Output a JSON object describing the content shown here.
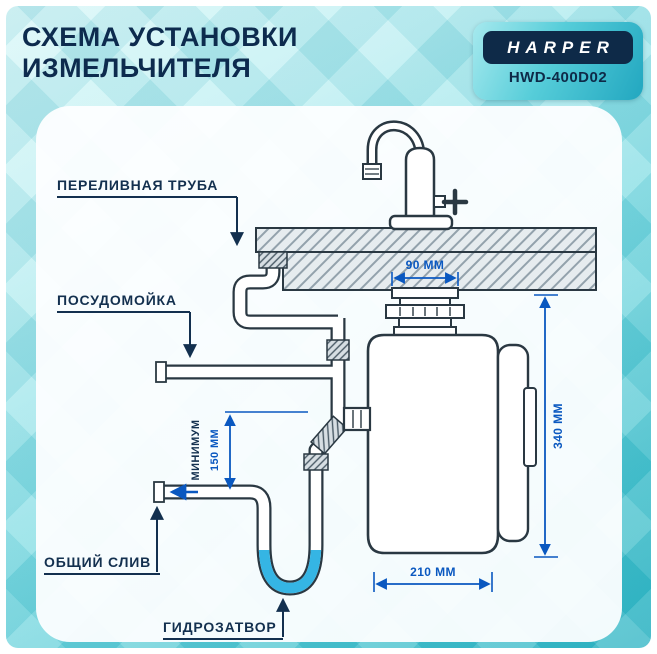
{
  "title": {
    "line1": "СХЕМА УСТАНОВКИ",
    "line2": "ИЗМЕЛЬЧИТЕЛЯ"
  },
  "brand": {
    "name": "HARPER",
    "model": "HWD-400D02"
  },
  "diagram": {
    "labels": {
      "overflow_pipe": "ПЕРЕЛИВНАЯ ТРУБА",
      "dishwasher": "ПОСУДОМОЙКА",
      "common_drain": "ОБЩИЙ СЛИВ",
      "water_trap": "ГИДРОЗАТВОР",
      "minimum": "МИНИМУМ"
    },
    "dimensions": {
      "flange_width": "90 ММ",
      "body_height": "340 ММ",
      "body_width": "210 ММ",
      "min_trap_height": "150 ММ"
    }
  },
  "colors": {
    "navy": "#0e2a48",
    "dimension_blue": "#0a58c0",
    "water_blue": "#35b5e4",
    "teal_accent": "#2ab0c6"
  }
}
